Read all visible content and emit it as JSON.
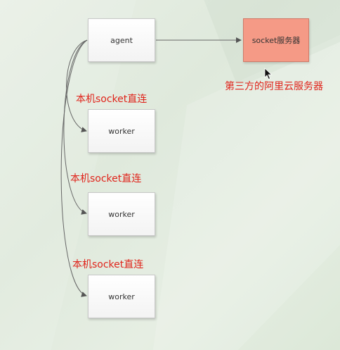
{
  "diagram": {
    "nodes": {
      "agent": "agent",
      "server": "socket服务器",
      "worker1": "worker",
      "worker2": "worker",
      "worker3": "worker"
    },
    "labels": {
      "server_note": "第三方的阿里云服务器",
      "link1": "本机socket直连",
      "link2": "本机socket直连",
      "link3": "本机socket直连"
    },
    "colors": {
      "server_fill": "#f59a86",
      "annotation_text": "#e0241b"
    }
  }
}
